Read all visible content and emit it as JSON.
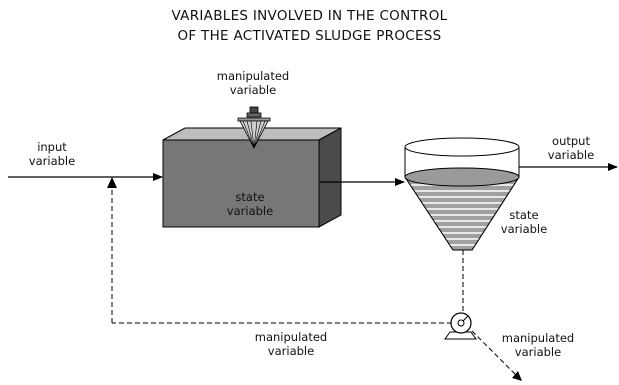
{
  "title": {
    "line1": "VARIABLES INVOLVED IN THE CONTROL",
    "line2": "OF THE ACTIVATED SLUDGE PROCESS"
  },
  "labels": {
    "manipulated_top": [
      "manipulated",
      "variable"
    ],
    "input": [
      "input",
      "variable"
    ],
    "state_tank": [
      "state",
      "variable"
    ],
    "output": [
      "output",
      "variable"
    ],
    "state_clarifier": [
      "state",
      "variable"
    ],
    "manipulated_bottom": [
      "manipulated",
      "variable"
    ],
    "manipulated_right": [
      "manipulated",
      "variable"
    ]
  },
  "colors": {
    "tank_front": "#757575",
    "tank_top": "#bfbfbf",
    "tank_side": "#4a4a4a",
    "line": "#000000",
    "sludge": "#9a9a9a"
  },
  "icons": [
    "aerator-icon",
    "pump-icon"
  ]
}
